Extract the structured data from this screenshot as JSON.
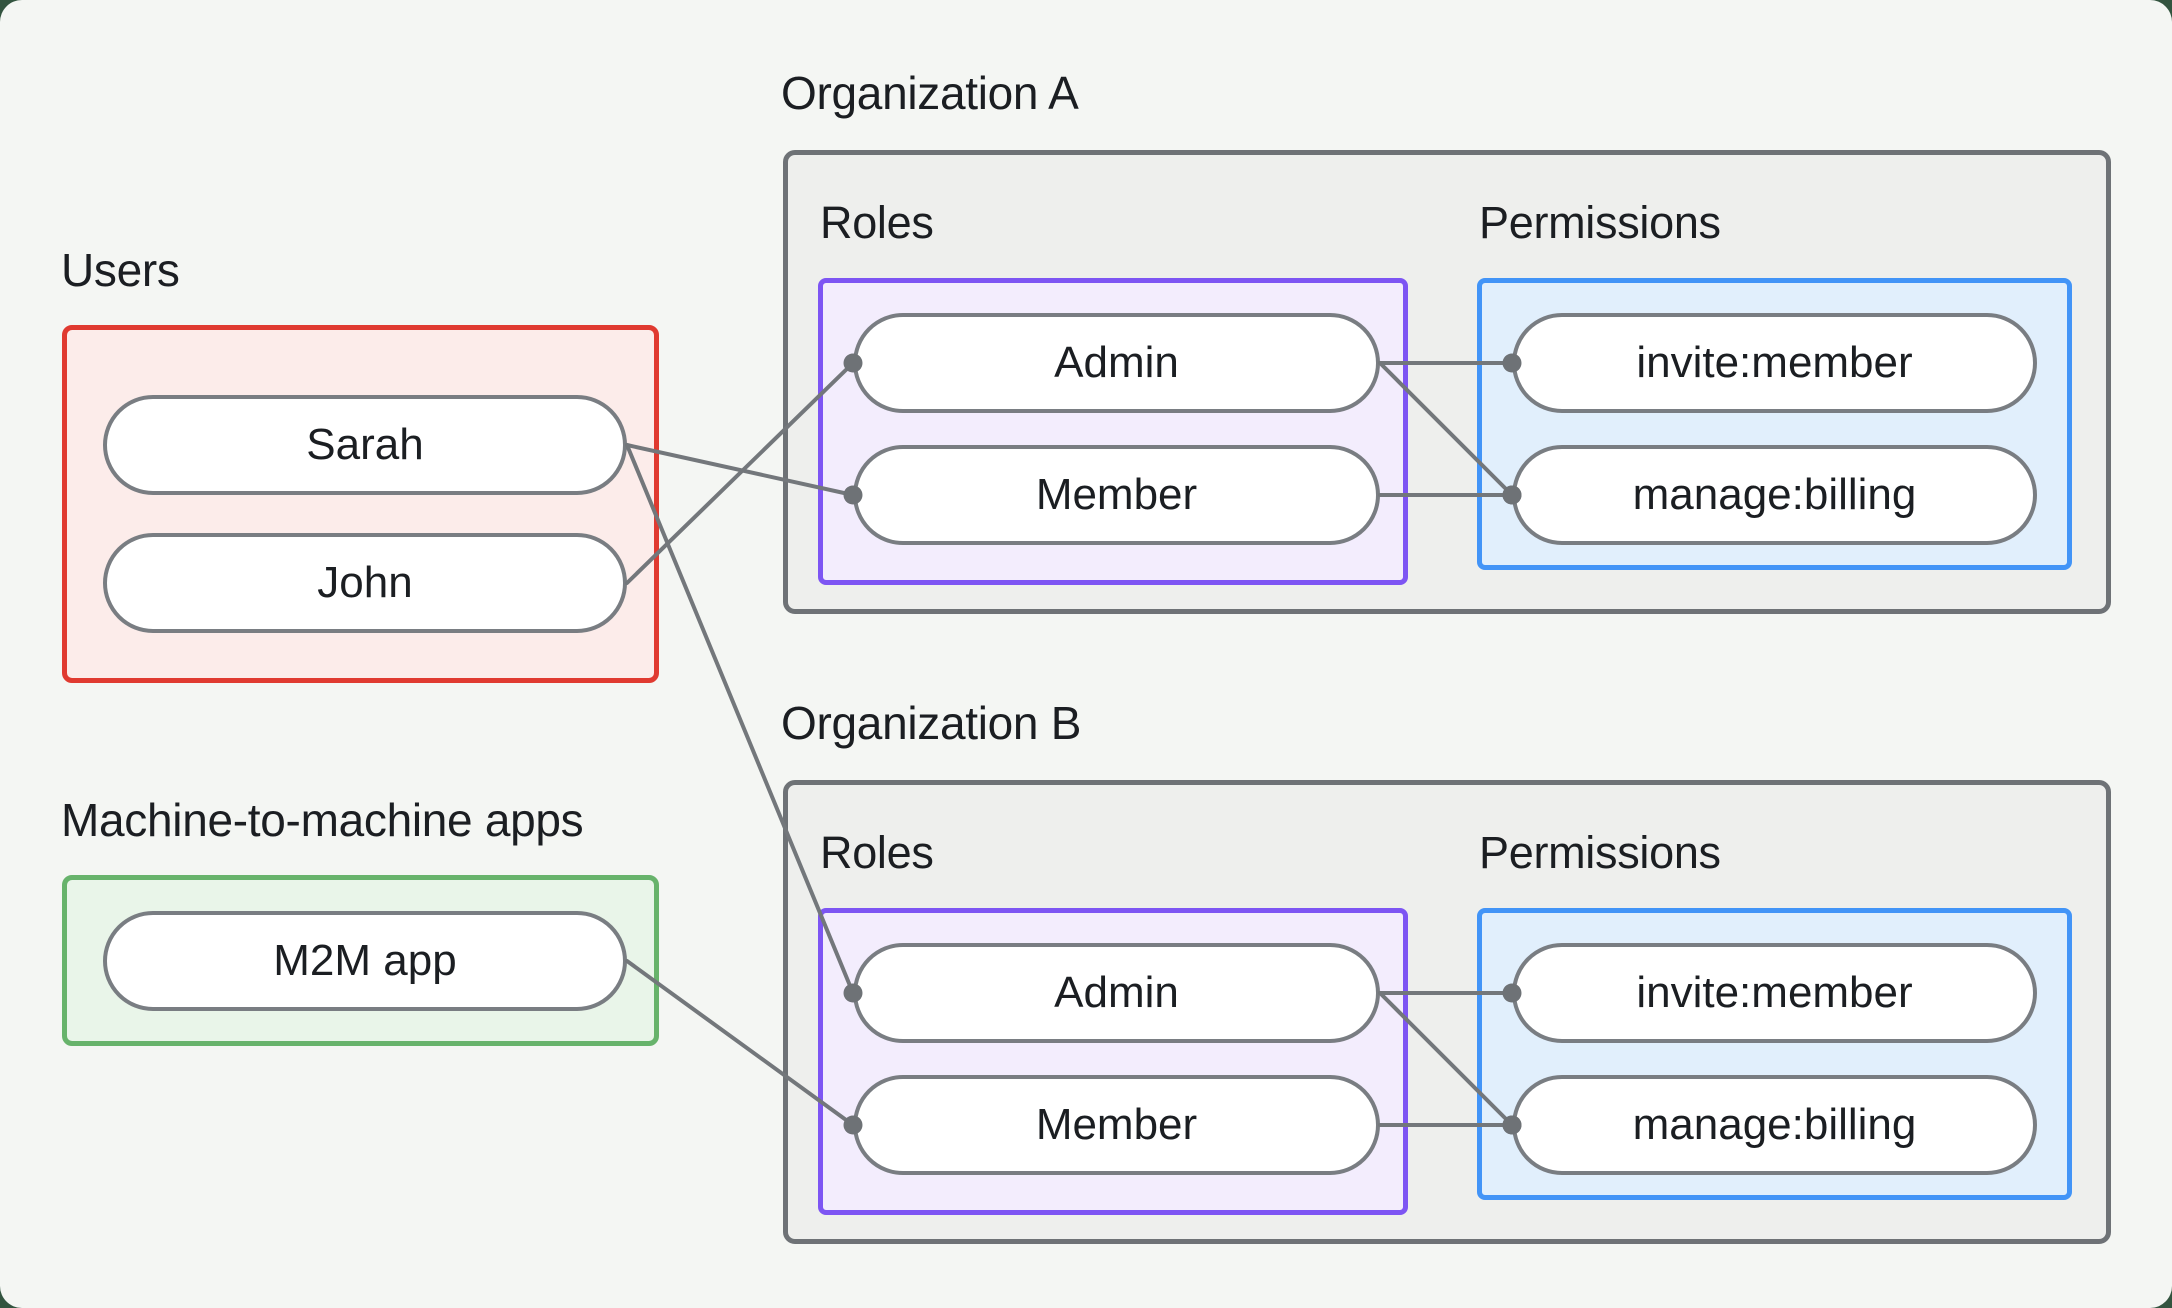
{
  "canvas": {
    "background": "#f4f6f3",
    "corner_background": "#33543f"
  },
  "colors": {
    "users_border": "#e03a30",
    "users_fill": "#fcecea",
    "m2m_border": "#67b36b",
    "m2m_fill": "#e9f5e9",
    "org_border": "#6e7276",
    "org_fill": "#eeefed",
    "roles_border": "#7d55f3",
    "roles_fill": "#f3edfd",
    "permissions_border": "#4294f7",
    "permissions_fill": "#e1effc",
    "pill_border": "#797d82",
    "pill_fill": "#ffffff",
    "connector": "#73777b",
    "connector_dot": "#6e7276",
    "text": "#1b1e22"
  },
  "users_group": {
    "label": "Users",
    "items": [
      {
        "id": "user-sarah",
        "label": "Sarah"
      },
      {
        "id": "user-john",
        "label": "John"
      }
    ]
  },
  "m2m_group": {
    "label": "Machine-to-machine apps",
    "items": [
      {
        "id": "app-m2m",
        "label": "M2M app"
      }
    ]
  },
  "organizations": [
    {
      "id": "orgA",
      "title": "Organization A",
      "roles": {
        "label": "Roles",
        "items": [
          {
            "id": "orgA-role-admin",
            "label": "Admin"
          },
          {
            "id": "orgA-role-member",
            "label": "Member"
          }
        ]
      },
      "permissions": {
        "label": "Permissions",
        "items": [
          {
            "id": "orgA-perm-invite-member",
            "label": "invite:member"
          },
          {
            "id": "orgA-perm-manage-billing",
            "label": "manage:billing"
          }
        ]
      }
    },
    {
      "id": "orgB",
      "title": "Organization B",
      "roles": {
        "label": "Roles",
        "items": [
          {
            "id": "orgB-role-admin",
            "label": "Admin"
          },
          {
            "id": "orgB-role-member",
            "label": "Member"
          }
        ]
      },
      "permissions": {
        "label": "Permissions",
        "items": [
          {
            "id": "orgB-perm-invite-member",
            "label": "invite:member"
          },
          {
            "id": "orgB-perm-manage-billing",
            "label": "manage:billing"
          }
        ]
      }
    }
  ],
  "edges": [
    {
      "from": "user-sarah",
      "to": "orgA-role-member"
    },
    {
      "from": "user-john",
      "to": "orgA-role-admin"
    },
    {
      "from": "user-sarah",
      "to": "orgB-role-admin"
    },
    {
      "from": "app-m2m",
      "to": "orgB-role-member"
    },
    {
      "from": "orgA-role-admin",
      "to": "orgA-perm-invite-member"
    },
    {
      "from": "orgA-role-admin",
      "to": "orgA-perm-manage-billing"
    },
    {
      "from": "orgA-role-member",
      "to": "orgA-perm-manage-billing"
    },
    {
      "from": "orgB-role-admin",
      "to": "orgB-perm-invite-member"
    },
    {
      "from": "orgB-role-admin",
      "to": "orgB-perm-manage-billing"
    },
    {
      "from": "orgB-role-member",
      "to": "orgB-perm-manage-billing"
    }
  ],
  "edge_style": {
    "stroke_width": 4,
    "dot_radius": 9.5
  }
}
